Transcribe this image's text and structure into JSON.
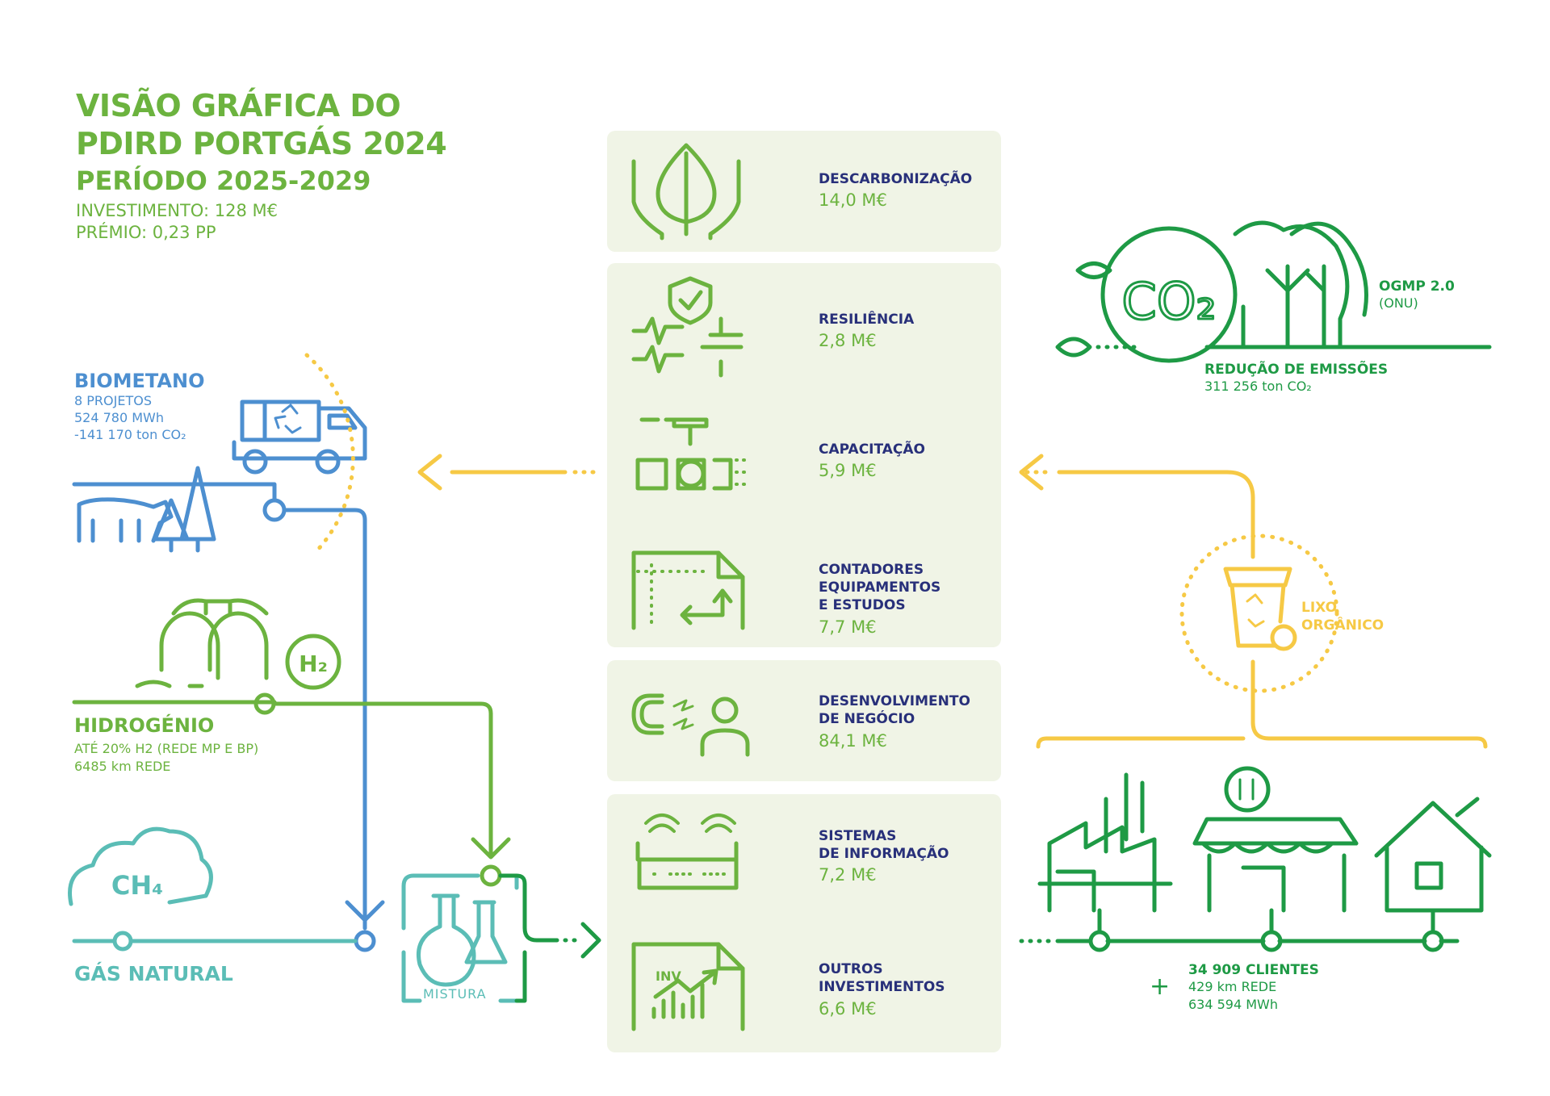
{
  "header": {
    "title_line1": "VISÃO GRÁFICA DO",
    "title_line2": "PDIRD PORTGÁS 2024",
    "period": "PERÍODO 2025-2029",
    "investment": "INVESTIMENTO: 128 M€",
    "premium": "PRÉMIO: 0,23 PP"
  },
  "investments": [
    {
      "icon": "hands-leaf-icon",
      "label_lines": [
        "DESCARBONIZAÇÃO"
      ],
      "value": "14,0 M€"
    },
    {
      "icon": "shield-pulse-icon",
      "label_lines": [
        "RESILIÊNCIA"
      ],
      "value": "2,8 M€"
    },
    {
      "icon": "pipe-valve-icon",
      "label_lines": [
        "CAPACITAÇÃO"
      ],
      "value": "5,9 M€"
    },
    {
      "icon": "blueprint-icon",
      "label_lines": [
        "CONTADORES",
        "EQUIPAMENTOS",
        "E ESTUDOS"
      ],
      "value": "7,7 M€"
    },
    {
      "icon": "magnet-person-icon",
      "label_lines": [
        "DESENVOLVIMENTO",
        "DE NEGÓCIO"
      ],
      "value": "84,1 M€"
    },
    {
      "icon": "router-icon",
      "label_lines": [
        "SISTEMAS",
        "DE INFORMAÇÃO"
      ],
      "value": "7,2 M€"
    },
    {
      "icon": "inv-chart-icon",
      "label_lines": [
        "OUTROS",
        "INVESTIMENTOS"
      ],
      "value": "6,6 M€"
    }
  ],
  "biomethane": {
    "heading": "BIOMETANO",
    "projects": "8 PROJETOS",
    "energy": "524 780 MWh",
    "co2": "-141 170 ton CO₂"
  },
  "hydrogen": {
    "heading": "HIDROGÉNIO",
    "blend": "ATÉ 20% H2 (REDE MP E BP)",
    "network": "6485 km REDE",
    "icon_text": "H₂"
  },
  "natural_gas": {
    "heading": "GÁS NATURAL",
    "icon_text": "CH₄"
  },
  "mix": {
    "label": "MISTURA"
  },
  "emissions": {
    "ogmp": "OGMP 2.0",
    "onu": "(ONU)",
    "heading": "REDUÇÃO DE EMISSÕES",
    "value": "311 256 ton CO₂",
    "icon_text": "CO₂"
  },
  "organic_waste": {
    "line1": "LIXO",
    "line2": "ORGÂNICO"
  },
  "clients": {
    "heading": "34 909 CLIENTES",
    "network": "429 km REDE",
    "energy": "634 594 MWh",
    "plus": "+"
  },
  "colors": {
    "blue": "#4d8fd0",
    "green": "#6cb33f",
    "dark_green": "#1e9a45",
    "teal": "#5bbdb6",
    "yellow": "#f6c945",
    "navy": "#28307a",
    "panel": "#f0f4e6"
  }
}
